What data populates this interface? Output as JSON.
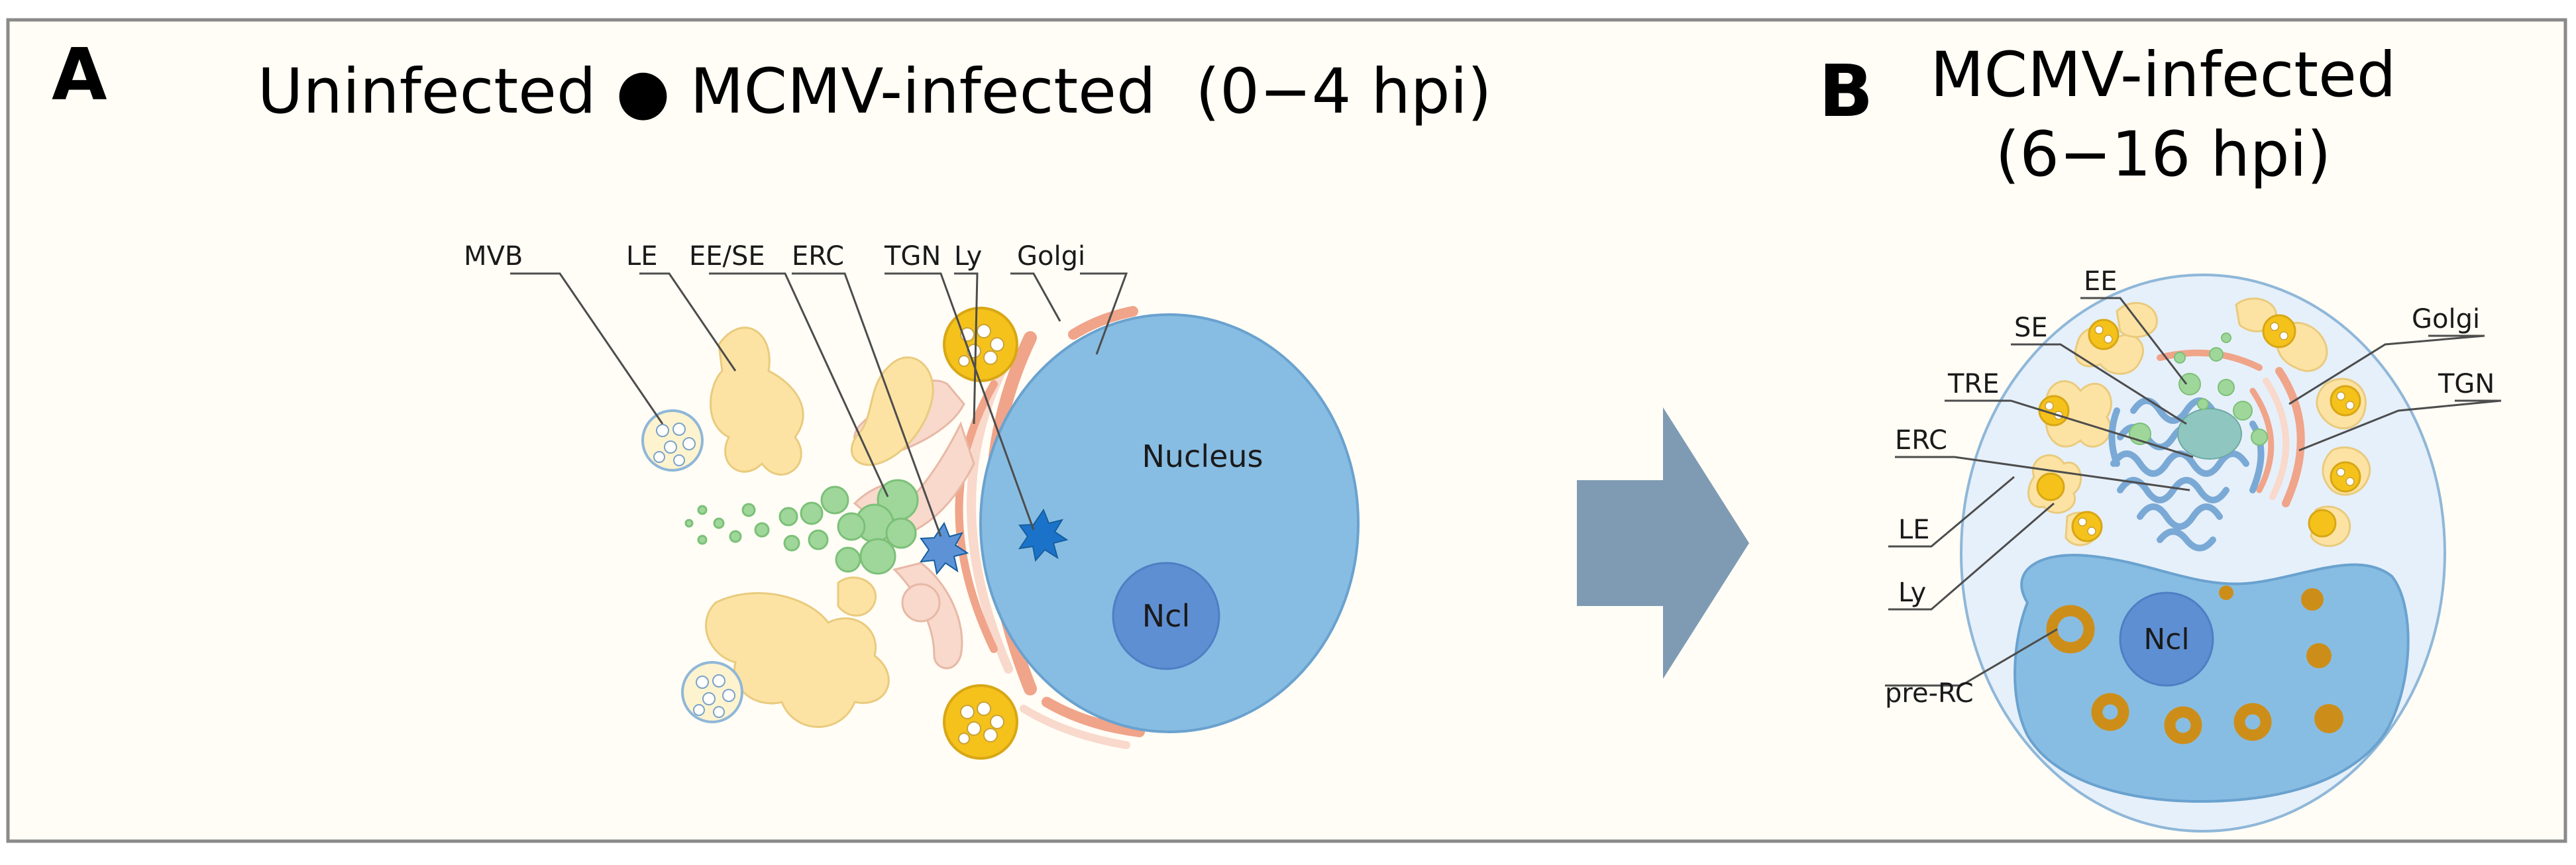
{
  "colors": {
    "background": "#fffdf6",
    "border": "#8a8a8a",
    "nucleus": "#88bde3",
    "nucleolus": "#5e8fd2",
    "cell_membrane": "#e6f0fa",
    "vesicle_yellow": "#fde3a3",
    "lysosome": "#f5c21b",
    "early_endosome": "#9fd79b",
    "golgi": "#f0a489",
    "tgn_pink": "#f8d9cc",
    "star": "#1b73c9",
    "arrow": "#7f9bb3",
    "pre_rc": "#cd8e19"
  },
  "panel_a": {
    "letter": "A",
    "title": "Uninfected ● MCMV-infected  (0−4 hpi)",
    "labels": {
      "mvb": "MVB",
      "le": "LE",
      "ee_se": "EE/SE",
      "erc": "ERC",
      "tgn": "TGN",
      "ly": "Ly",
      "golgi": "Golgi",
      "nucleus": "Nucleus",
      "ncl": "Ncl"
    }
  },
  "panel_b": {
    "letter": "B",
    "title_line1": "MCMV-infected",
    "title_line2": "(6−16 hpi)",
    "labels": {
      "ee": "EE",
      "se": "SE",
      "tre": "TRE",
      "erc": "ERC",
      "le": "LE",
      "ly": "Ly",
      "pre_rc": "pre-RC",
      "golgi": "Golgi",
      "tgn": "TGN",
      "ncl": "Ncl"
    }
  },
  "arrow": {
    "direction": "right"
  }
}
